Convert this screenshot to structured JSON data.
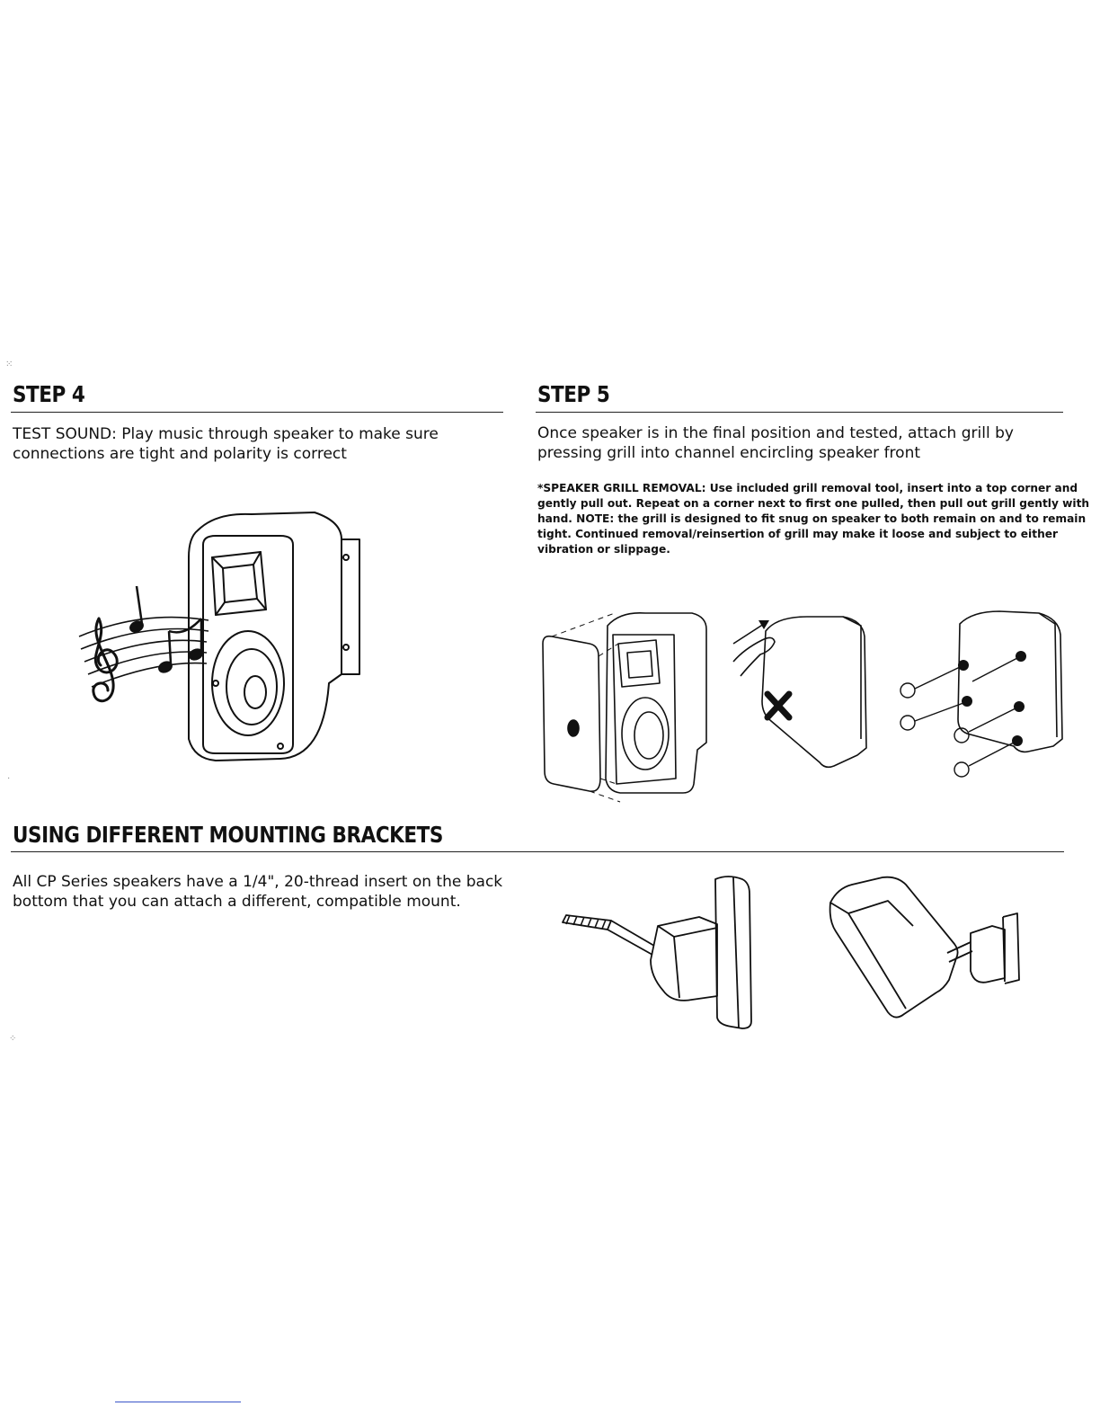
{
  "step4": {
    "heading": "STEP 4",
    "text_line1": "TEST SOUND:  Play music through speaker to make sure",
    "text_line2": "connections are tight and polarity is correct"
  },
  "step5": {
    "heading": "STEP 5",
    "text_line1": "Once speaker is in the final position and tested, attach grill by",
    "text_line2": "pressing grill into channel encircling speaker front",
    "note_lines": [
      "*SPEAKER GRILL REMOVAL: Use included grill removal tool, insert into a top corner and",
      "gently pull out.  Repeat on a corner next to first one pulled, then pull out grill gently with",
      "hand.  NOTE: the grill is designed to fit snug on speaker to both remain on and to remain",
      "tight. Continued removal/reinsertion of grill may make it loose and subject to either",
      "vibration or slippage."
    ]
  },
  "brackets": {
    "heading": "USING DIFFERENT MOUNTING BRACKETS",
    "text_line1": "All CP Series speakers have a 1/4\", 20-thread insert on the back",
    "text_line2": "bottom that you can attach a different, compatible mount."
  }
}
